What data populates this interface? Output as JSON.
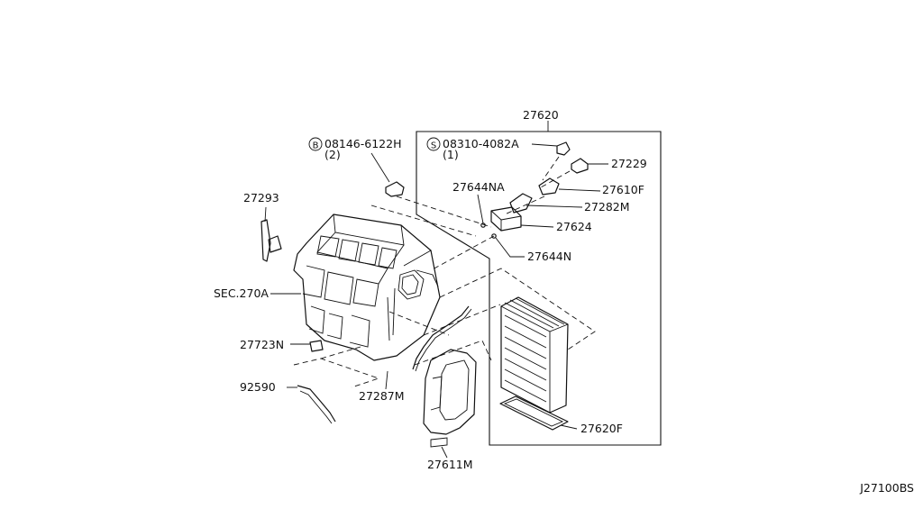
{
  "diagram": {
    "diagram_id": "J27100BS",
    "labels": {
      "p27620": "27620",
      "bolt_b_code": "08146-6122H",
      "bolt_b_qty": "(2)",
      "screw_s_code": "08310-4082A",
      "screw_s_qty": "(1)",
      "p27229": "27229",
      "p27644NA": "27644NA",
      "p27610F": "27610F",
      "p27282M": "27282M",
      "p27624": "27624",
      "p27644N": "27644N",
      "p27293": "27293",
      "sec270A": "SEC.270A",
      "p27723N": "27723N",
      "p92590": "92590",
      "p27287M": "27287M",
      "p27620F": "27620F",
      "p27611M": "27611M"
    },
    "symbols": {
      "bolt_symbol": "B",
      "screw_symbol": "S"
    }
  }
}
